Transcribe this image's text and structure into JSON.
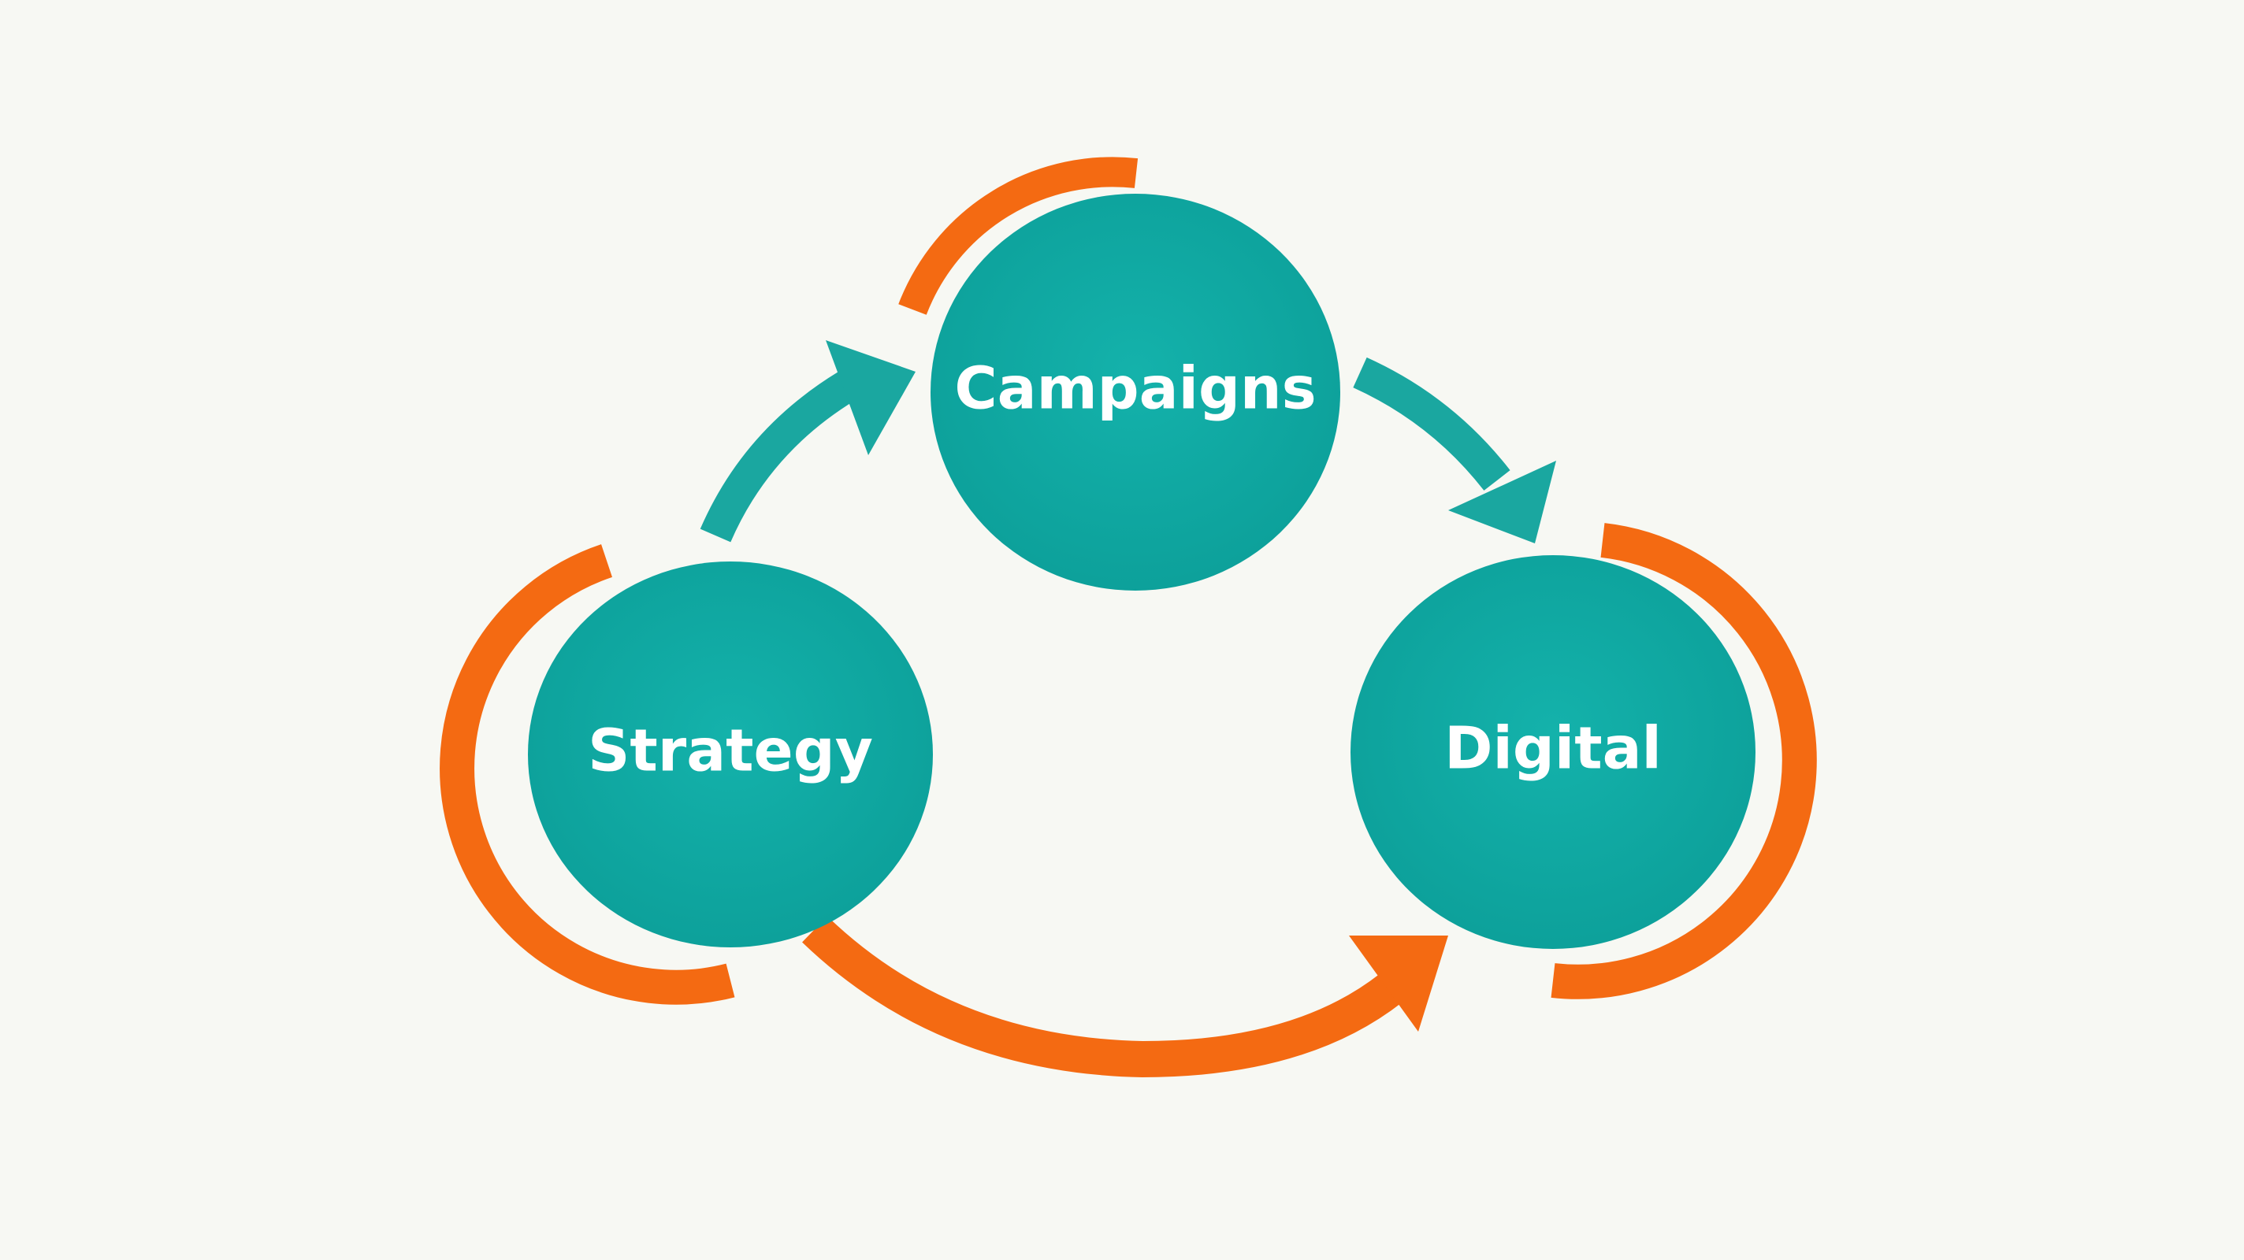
{
  "diagram": {
    "nodes": [
      {
        "id": "campaigns",
        "label": "Campaigns"
      },
      {
        "id": "digital",
        "label": "Digital"
      },
      {
        "id": "strategy",
        "label": "Strategy"
      }
    ],
    "edges": [
      {
        "from": "strategy",
        "to": "campaigns",
        "color": "#1aa7a0"
      },
      {
        "from": "campaigns",
        "to": "digital",
        "color": "#1aa7a0"
      },
      {
        "from": "strategy",
        "to": "digital",
        "color": "#f46a12"
      }
    ]
  },
  "colors": {
    "background": "#f7f8f3",
    "node_fill": "#10a8a2",
    "accent_arc": "#f46a12",
    "teal_arrow": "#1aa7a0",
    "label_text": "#ffffff"
  }
}
